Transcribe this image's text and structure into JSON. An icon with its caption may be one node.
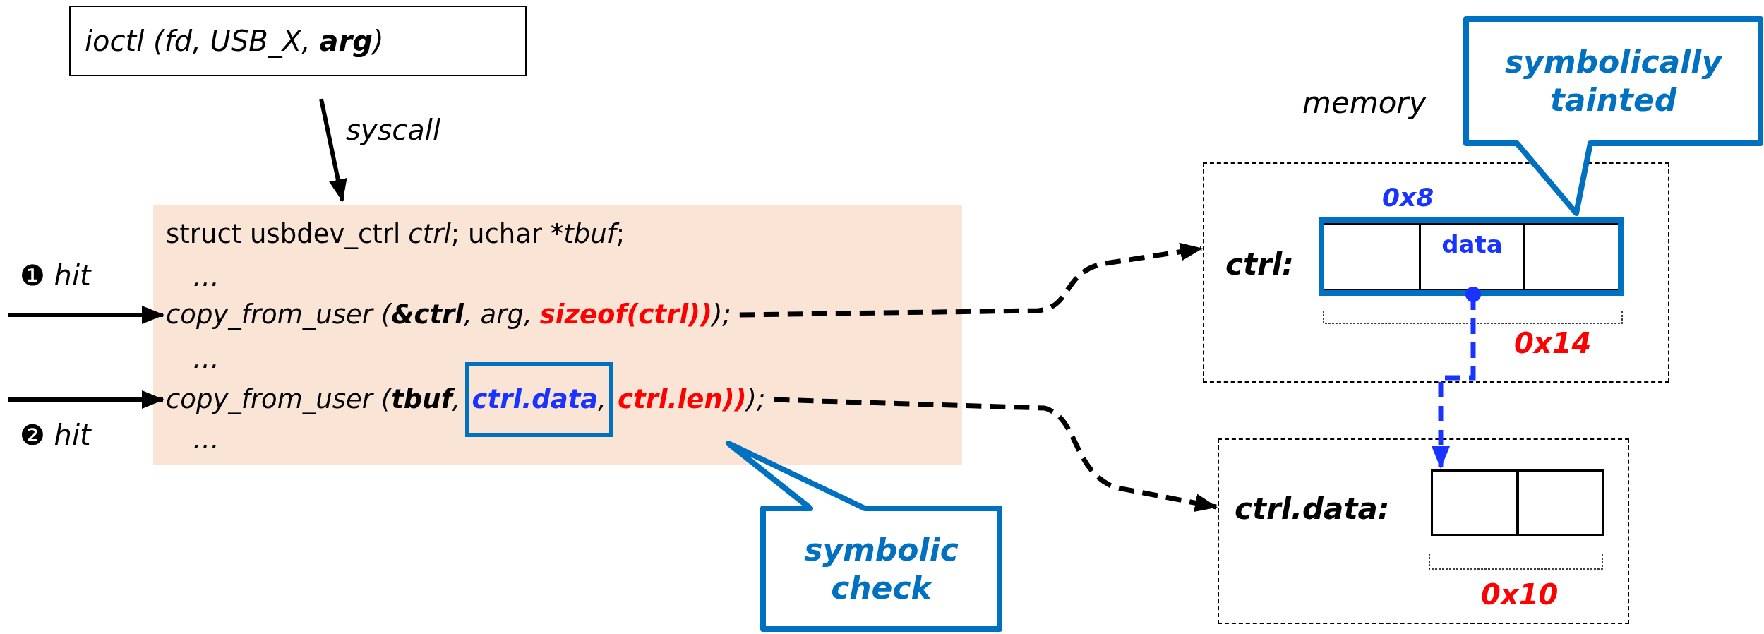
{
  "diagram": {
    "nodes": [
      {
        "text": [
          "ioctl (fd, USB_X, **arg**)"
        ]
      },
      {
        "text": [
          "…",
          "…",
          "…"
        ]
      },
      {
        "text": [
          "struct usbdev_ctrl",
          "ctrl",
          "; uchar *",
          "tbuf",
          ";"
        ],
        "in": 1
      },
      {
        "text": [
          "copy_from_user (",
          "&ctrl",
          ", arg,",
          "sizeof(ctrl))",
          ");"
        ],
        "in": 1
      },
      {
        "text": [
          "copy_from_user (",
          "tbuf",
          ",",
          "ctrl.len))",
          ");"
        ],
        "in": 1
      },
      {
        "text": [
          "ctrl.data",
          ","
        ],
        "in": 4
      },
      {
        "text": [
          "symbolic check"
        ]
      },
      {
        "text": [
          "ctrl:"
        ]
      },
      {
        "text": [],
        "shape": "box",
        "in": 7
      },
      {
        "text": [],
        "shape": "box",
        "in": 8
      },
      {
        "text": [
          "data"
        ],
        "in": 8
      },
      {
        "text": [],
        "shape": "box",
        "in": 8
      },
      {
        "text": [
          "ctrl.data:"
        ]
      },
      {
        "text": [],
        "shape": "box",
        "in": 12
      },
      {
        "text": [],
        "shape": "box",
        "in": 13
      },
      {
        "text": [],
        "shape": "box",
        "in": 13
      },
      {
        "text": [
          "symbolically tainted"
        ]
      }
    ],
    "edges": [
      {
        "from": 0,
        "to": 1,
        "arrow": "to",
        "label": "syscall"
      },
      {
        "from": null,
        "to": 3,
        "arrow": "to",
        "label": "❶ hit"
      },
      {
        "from": null,
        "to": 4,
        "arrow": "to",
        "label": "❷ hit"
      },
      {
        "from": 3,
        "to": 7,
        "arrow": "to",
        "style": "dashed"
      },
      {
        "from": 4,
        "to": 12,
        "arrow": "to",
        "style": "dashed"
      },
      {
        "from": 10,
        "to": 13,
        "arrow": "to",
        "style": "dashed",
        "color": "#1a34ff"
      }
    ],
    "labels": [
      "memory",
      "0x8",
      "0x14",
      "0x10"
    ]
  }
}
